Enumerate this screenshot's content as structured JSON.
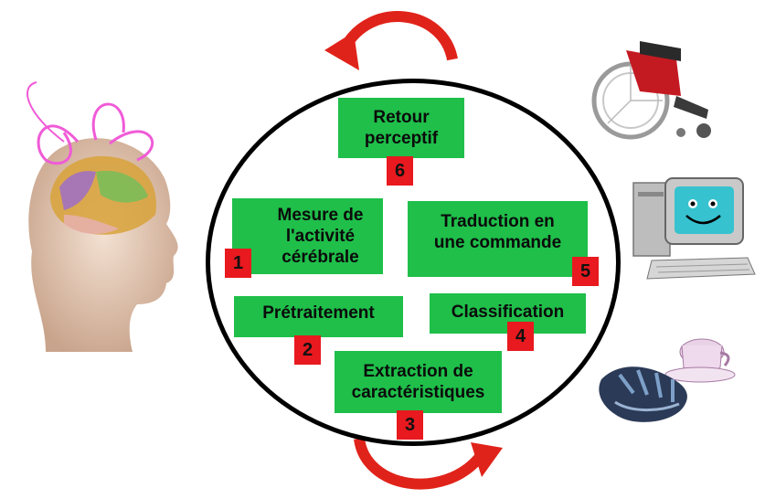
{
  "steps": [
    {
      "label": "Mesure de\nl'activité\ncérébrale",
      "number": "1"
    },
    {
      "label": "Prétraitement",
      "number": "2"
    },
    {
      "label": "Extraction de\ncaractéristiques",
      "number": "3"
    },
    {
      "label": "Classification",
      "number": "4"
    },
    {
      "label": "Traduction en\nune commande",
      "number": "5"
    },
    {
      "label": "Retour\nperceptif",
      "number": "6"
    }
  ],
  "colors": {
    "box": "#1fbf4a",
    "badge": "#e8191f",
    "arrow": "#e0231a",
    "circle": "#000000"
  },
  "illustrations": [
    "brain-head-illustration",
    "wheelchair-illustration",
    "computer-illustration",
    "robotic-hand-illustration"
  ]
}
